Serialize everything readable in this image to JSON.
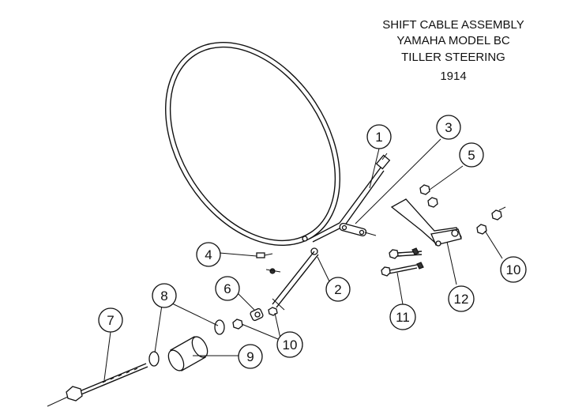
{
  "title_lines": [
    "SHIFT CABLE ASSEMBLY",
    "YAMAHA MODEL BC",
    "TILLER STEERING",
    "1914"
  ],
  "callouts": [
    {
      "id": "callout-1",
      "label": "1"
    },
    {
      "id": "callout-3",
      "label": "3"
    },
    {
      "id": "callout-5",
      "label": "5"
    },
    {
      "id": "callout-4",
      "label": "4"
    },
    {
      "id": "callout-2",
      "label": "2"
    },
    {
      "id": "callout-6",
      "label": "6"
    },
    {
      "id": "callout-8",
      "label": "8"
    },
    {
      "id": "callout-7",
      "label": "7"
    },
    {
      "id": "callout-10a",
      "label": "10"
    },
    {
      "id": "callout-9",
      "label": "9"
    },
    {
      "id": "callout-10b",
      "label": "10"
    },
    {
      "id": "callout-11",
      "label": "11"
    },
    {
      "id": "callout-12",
      "label": "12"
    }
  ]
}
